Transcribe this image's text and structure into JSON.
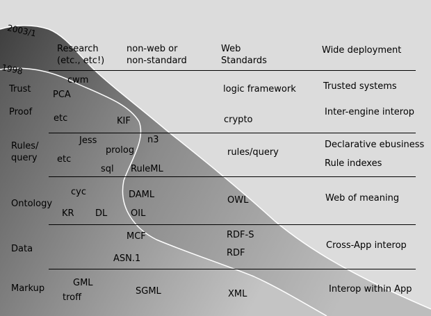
{
  "timeline": {
    "label_2003": "2003/1",
    "label_1998": "1998"
  },
  "headers": {
    "research": [
      "Research",
      "(etc., etc!)"
    ],
    "nonweb": [
      "non-web or",
      "non-standard"
    ],
    "web": [
      "Web",
      "Standards"
    ],
    "wide": "Wide deployment"
  },
  "rows": {
    "trust": "Trust",
    "proof": "Proof",
    "rules": [
      "Rules/",
      "query"
    ],
    "ontology": "Ontology",
    "data": "Data",
    "markup": "Markup"
  },
  "items": {
    "cwm": "cwm",
    "pca": "PCA",
    "etc1": "etc",
    "kif": "KIF",
    "jess": "Jess",
    "n3": "n3",
    "prolog": "prolog",
    "etc2": "etc",
    "sql": "sql",
    "ruleml": "RuleML",
    "cyc": "cyc",
    "daml": "DAML",
    "kr": "KR",
    "dl": "DL",
    "oil": "OIL",
    "mcf": "MCF",
    "asn1": "ASN.1",
    "gml": "GML",
    "troff": "troff",
    "sgml": "SGML"
  },
  "web": {
    "logic": "logic framework",
    "crypto": "crypto",
    "rules_query": "rules/query",
    "owl": "OWL",
    "rdfs": "RDF-S",
    "rdf": "RDF",
    "xml": "XML"
  },
  "deploy": {
    "trusted": "Trusted systems",
    "interengine": "Inter-engine interop",
    "declarative": "Declarative ebusiness",
    "indexes": "Rule indexes",
    "meaning": "Web of meaning",
    "crossapp": "Cross-App interop",
    "withinapp": "Interop within App"
  }
}
